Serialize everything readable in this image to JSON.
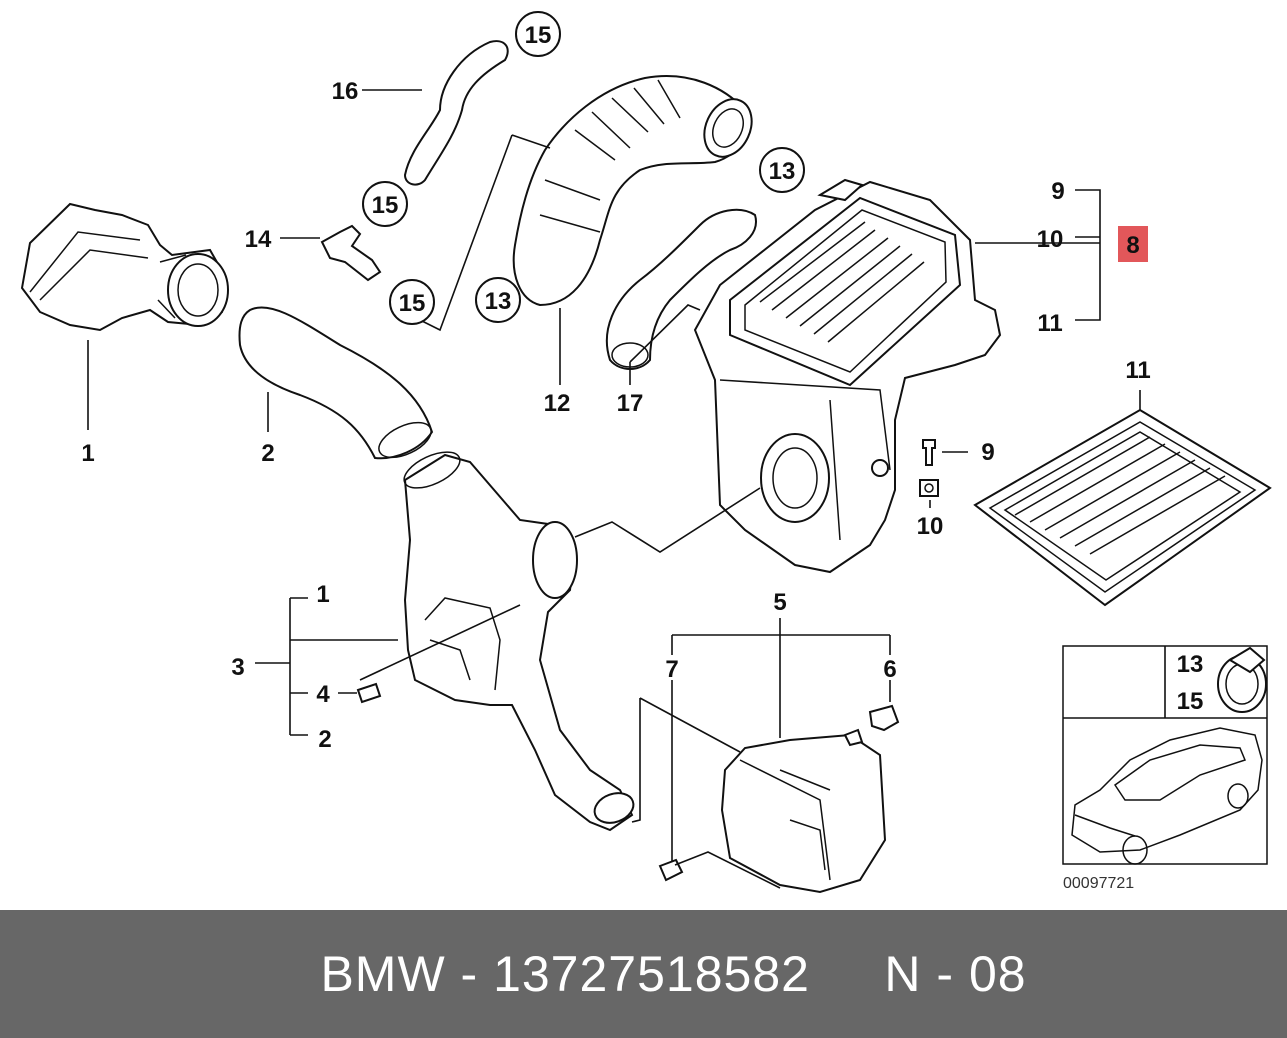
{
  "callouts": {
    "c1_top": "1",
    "c2_top": "2",
    "c3": "3",
    "c1_bracket": "1",
    "c4": "4",
    "c2_bracket": "2",
    "c5": "5",
    "c6": "6",
    "c7": "7",
    "c8": "8",
    "c9_top": "9",
    "c10_top": "10",
    "c11_top": "11",
    "c9_side": "9",
    "c10_side": "10",
    "c11_filter": "11",
    "c12": "12",
    "c13_a": "13",
    "c13_b": "13",
    "c14": "14",
    "c15_a": "15",
    "c15_b": "15",
    "c15_c": "15",
    "c16": "16",
    "c17": "17",
    "inset_13": "13",
    "inset_15": "15"
  },
  "reference_code": "00097721",
  "highlight_color": "#e2575a",
  "footer": {
    "text": "BMW - 13727518582     N - 08",
    "background": "#676767"
  }
}
